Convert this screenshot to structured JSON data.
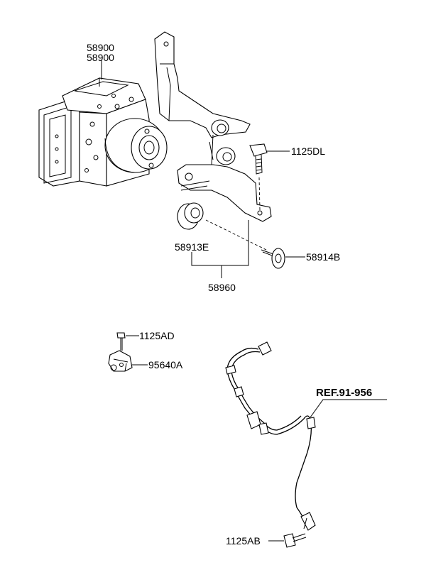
{
  "labels": {
    "hecu_a": "58900",
    "hecu_b": "58900",
    "bolt_top": "1125DL",
    "bushing": "58913E",
    "bolt_bushing": "58914B",
    "bracket_assy": "58960",
    "bolt_sensor": "1125AD",
    "sensor": "95640A",
    "ref": "REF.91-956",
    "bolt_bottom": "1125AB"
  }
}
